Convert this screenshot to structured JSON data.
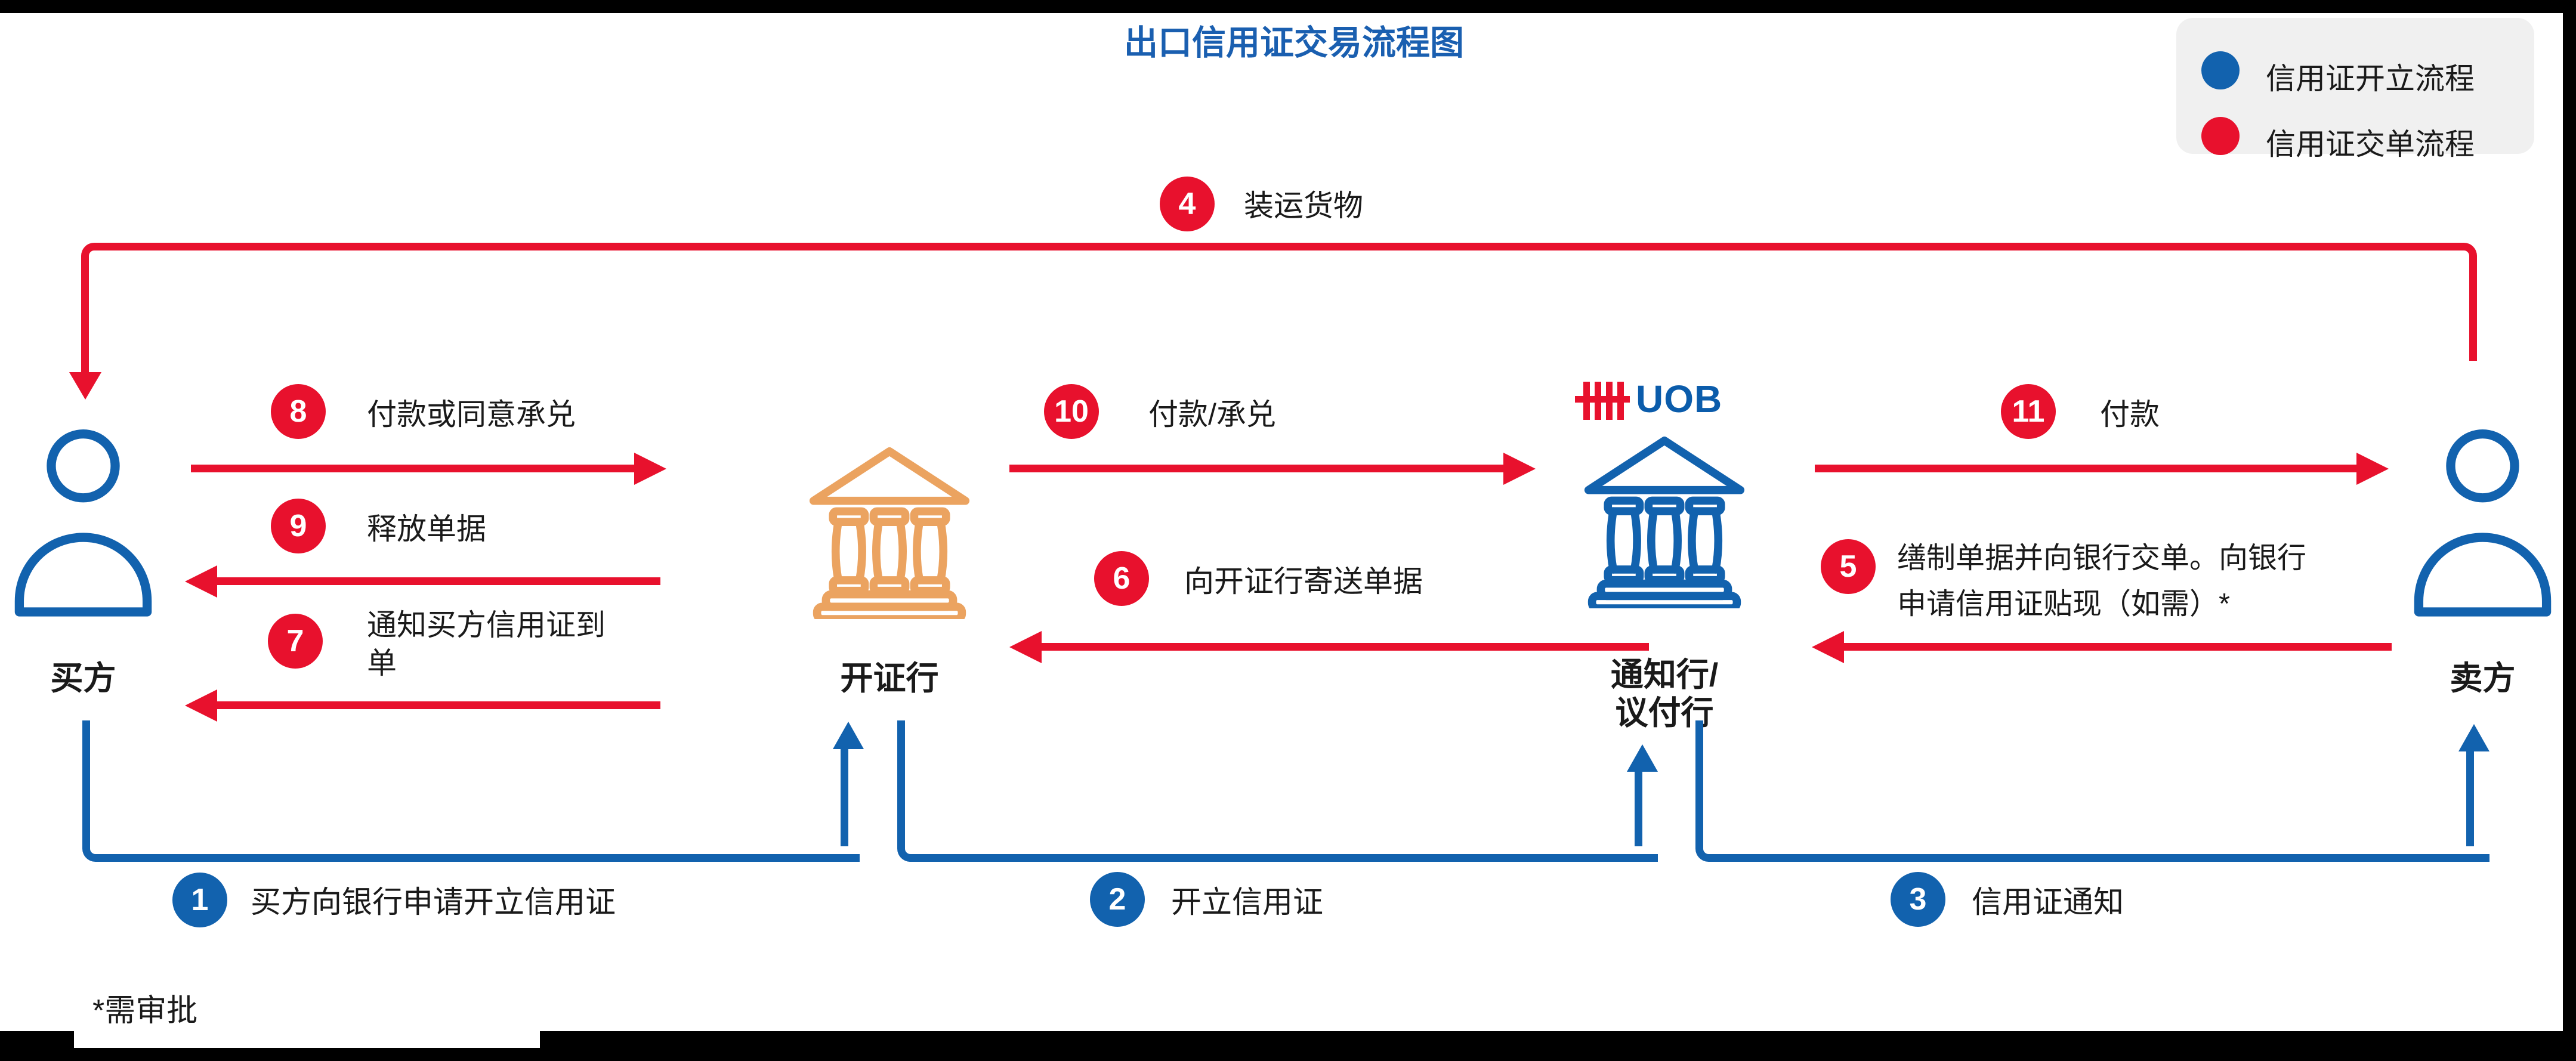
{
  "title": "出口信用证交易流程图",
  "legend": {
    "items": [
      {
        "label": "信用证开立流程",
        "color": "#1262ae"
      },
      {
        "label": "信用证交单流程",
        "color": "#e8112d"
      }
    ]
  },
  "entities": {
    "buyer": {
      "label": "买方"
    },
    "issuing_bank": {
      "label": "开证行"
    },
    "advising_bank": {
      "label_line1": "通知行/",
      "label_line2": "议付行",
      "logo_text": "UOB"
    },
    "seller": {
      "label": "卖方"
    }
  },
  "steps": {
    "s1": {
      "num": "1",
      "text": "买方向银行申请开立信用证",
      "flow": "信用证开立流程"
    },
    "s2": {
      "num": "2",
      "text": "开立信用证",
      "flow": "信用证开立流程"
    },
    "s3": {
      "num": "3",
      "text": "信用证通知",
      "flow": "信用证开立流程"
    },
    "s4": {
      "num": "4",
      "text": "装运货物",
      "flow": "信用证交单流程"
    },
    "s5": {
      "num": "5",
      "text": "缮制单据并向银行交单。向银行申请信用证贴现（如需）*",
      "flow": "信用证交单流程"
    },
    "s6": {
      "num": "6",
      "text": "向开证行寄送单据",
      "flow": "信用证交单流程"
    },
    "s7": {
      "num": "7",
      "text": "通知买方信用证到单",
      "flow": "信用证交单流程"
    },
    "s8": {
      "num": "8",
      "text": "付款或同意承兑",
      "flow": "信用证交单流程"
    },
    "s9": {
      "num": "9",
      "text": "释放单据",
      "flow": "信用证交单流程"
    },
    "s10": {
      "num": "10",
      "text": "付款/承兑",
      "flow": "信用证交单流程"
    },
    "s11": {
      "num": "11",
      "text": "付款",
      "flow": "信用证交单流程"
    }
  },
  "footnote": "*需审批",
  "colors": {
    "flow_open_blue": "#1262ae",
    "flow_docs_red": "#e8112d",
    "issuing_bank_orange": "#eba360",
    "uob_red": "#e8112d",
    "uob_blue": "#0b5cab",
    "title_blue": "#1a5fb0",
    "legend_bg": "#f0f0f0"
  }
}
